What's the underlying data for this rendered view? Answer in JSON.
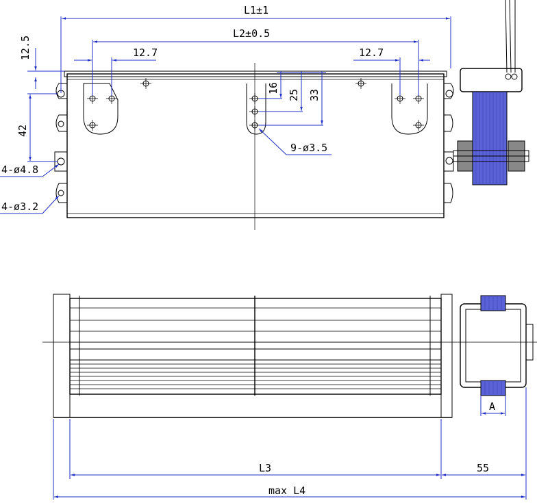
{
  "colors": {
    "line": "#000000",
    "dimension": "#1f2fc8",
    "coil": "#5a62d8"
  },
  "labels": {
    "l1": "L1±1",
    "l2": "L2±0.5",
    "v_12_5": "12.5",
    "h_12_7_left": "12.7",
    "h_12_7_right": "12.7",
    "v_16": "16",
    "v_25": "25",
    "v_33": "33",
    "v_42": "42",
    "holes_4_48": "4-ø4.8",
    "holes_4_32": "4-ø3.2",
    "holes_9_35": "9-ø3.5",
    "l3": "L3",
    "d55": "55",
    "a": "A",
    "l4": "max L4"
  }
}
